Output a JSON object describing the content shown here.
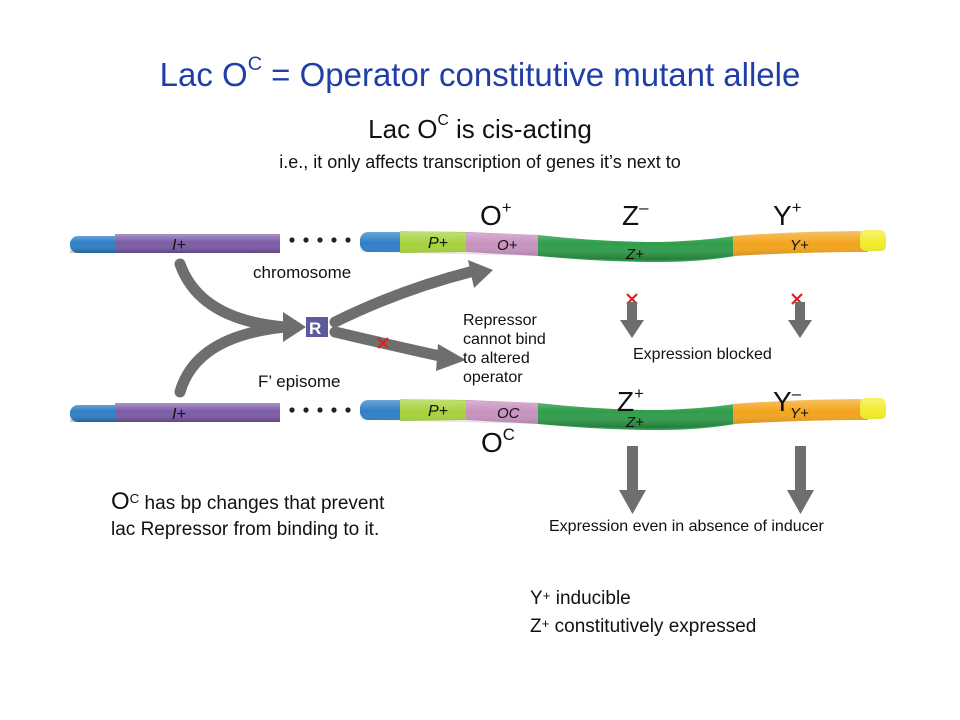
{
  "title": {
    "prefix": "Lac O",
    "sup": "C",
    "suffix": " = Operator constitutive mutant allele"
  },
  "subtitle": {
    "prefix": "Lac O",
    "sup": "C",
    "suffix": " is cis-acting",
    "explanation": "i.e., it only affects transcription of genes it’s next to"
  },
  "chromosome": {
    "label": "chromosome",
    "big_labels": {
      "operator": {
        "base": "O",
        "sup": "+"
      },
      "z": {
        "base": "Z",
        "sup": "–"
      },
      "y": {
        "base": "Y",
        "sup": "+"
      }
    },
    "segments": {
      "i": "I+",
      "p": "P+",
      "o": "O+",
      "z": "Z+",
      "y": "Y+"
    }
  },
  "episome": {
    "label": "F’ episome",
    "big_labels": {
      "operator": {
        "base": "O",
        "sup": "C"
      },
      "z": {
        "base": "Z",
        "sup": "+"
      },
      "y": {
        "base": "Y",
        "sup": "–"
      }
    },
    "segments": {
      "i": "I+",
      "p": "P+",
      "o": "OC",
      "z": "Z+",
      "y": "Y+"
    }
  },
  "repressor": {
    "label": "R",
    "note": [
      "Repressor",
      "cannot bind",
      "to altered",
      "operator"
    ]
  },
  "expression": {
    "blocked": "Expression blocked",
    "constitutive": "Expression even in absence of inducer"
  },
  "mutant_note": {
    "line1_base": "O",
    "line1_sup": "C",
    "line1_rest": " has bp changes that prevent",
    "line2": "lac Repressor from binding to it."
  },
  "summary": [
    {
      "base": "Y",
      "sup": "+",
      "rest": " inducible"
    },
    {
      "base": "Z",
      "sup": "+",
      "rest": " constitutively expressed"
    }
  ],
  "colors": {
    "title": "#1f3fa6",
    "i_gene": "#7b5aa6",
    "blue_end": "#2e7fc7",
    "p_gene": "#a6d23c",
    "o_gene": "#c792bf",
    "z_gene": "#2e9d4a",
    "y_gene": "#f4a41c",
    "y_end": "#f2ec2a",
    "arrow": "#6e6e6e",
    "x_mark": "#e02020"
  }
}
